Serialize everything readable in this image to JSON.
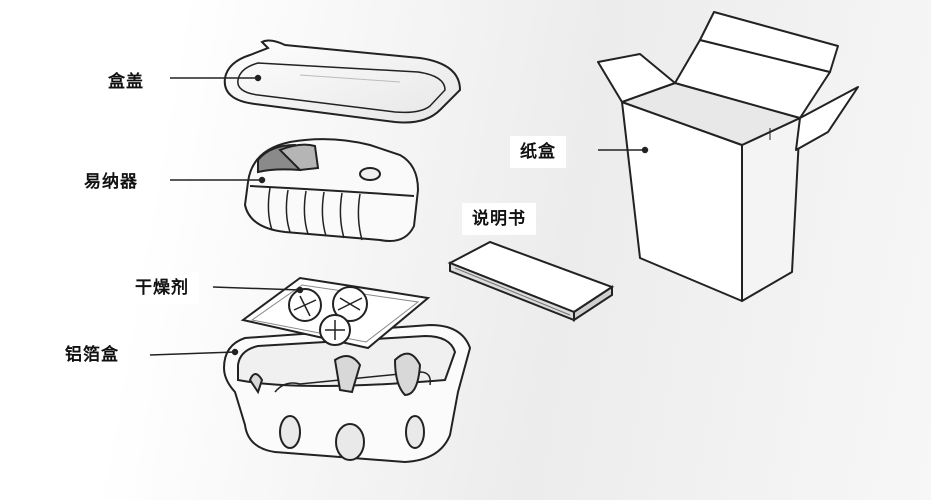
{
  "labels": {
    "lid": "盒盖",
    "inhaler": "易纳器",
    "desiccant": "干燥剂",
    "foil_tray": "铝箔盒",
    "carton": "纸盒",
    "leaflet": "说明书"
  }
}
